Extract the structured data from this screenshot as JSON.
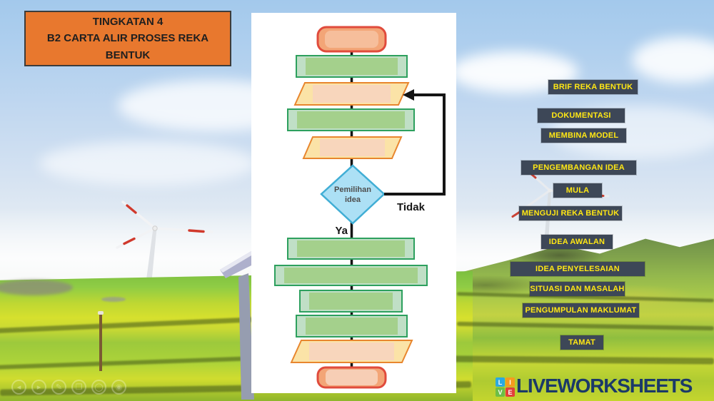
{
  "header_box": {
    "title_lines": [
      "TINGKATAN 4",
      "B2 CARTA ALIR PROSES REKA",
      "BENTUK"
    ],
    "bg_color": "#E8782E"
  },
  "flowchart": {
    "decision_line1": "Pemilihan",
    "decision_line2": "idea",
    "branch_no": "Tidak",
    "branch_yes": "Ya",
    "shape_colors": {
      "terminator_fill": "#F3A577",
      "terminator_border": "#E04B3C",
      "process_fill": "#A4D08C",
      "process_border": "#2DA05E",
      "io_fill": "#F8D6BC",
      "io_border": "#E8862E",
      "decision_fill": "#ACE0F5",
      "decision_border": "#41AED5",
      "connector": "#141414"
    }
  },
  "answer_bank": {
    "chip_bg": "#3D4757",
    "chip_text_color": "#FFE714",
    "items": [
      {
        "label": "BRIF REKA BENTUK"
      },
      {
        "label": "DOKUMENTASI"
      },
      {
        "label": "MEMBINA MODEL"
      },
      {
        "label": "PENGEMBANGAN IDEA"
      },
      {
        "label": "MULA"
      },
      {
        "label": "MENGUJI REKA BENTUK"
      },
      {
        "label": "IDEA AWALAN"
      },
      {
        "label": "IDEA PENYELESAIAN"
      },
      {
        "label": "SITUASI DAN MASALAH"
      },
      {
        "label": "PENGUMPULAN MAKLUMAT"
      },
      {
        "label": "TAMAT"
      }
    ]
  },
  "player_controls": {
    "icons": [
      {
        "name": "back-icon",
        "glyph": "◂"
      },
      {
        "name": "play-icon",
        "glyph": "▸"
      },
      {
        "name": "pencil-icon",
        "glyph": "✎"
      },
      {
        "name": "card-icon",
        "glyph": "❒"
      },
      {
        "name": "circle-icon",
        "glyph": "◯"
      },
      {
        "name": "record-icon",
        "glyph": "◉"
      }
    ]
  },
  "watermark": {
    "brand": "LIVEWORKSHEETS",
    "brand_color": "#1B3968",
    "tiles": [
      {
        "letter": "L",
        "color": "#2BA9E0"
      },
      {
        "letter": "I",
        "color": "#F59B1E"
      },
      {
        "letter": "V",
        "color": "#6CBE45"
      },
      {
        "letter": "E",
        "color": "#E2403A"
      }
    ]
  }
}
